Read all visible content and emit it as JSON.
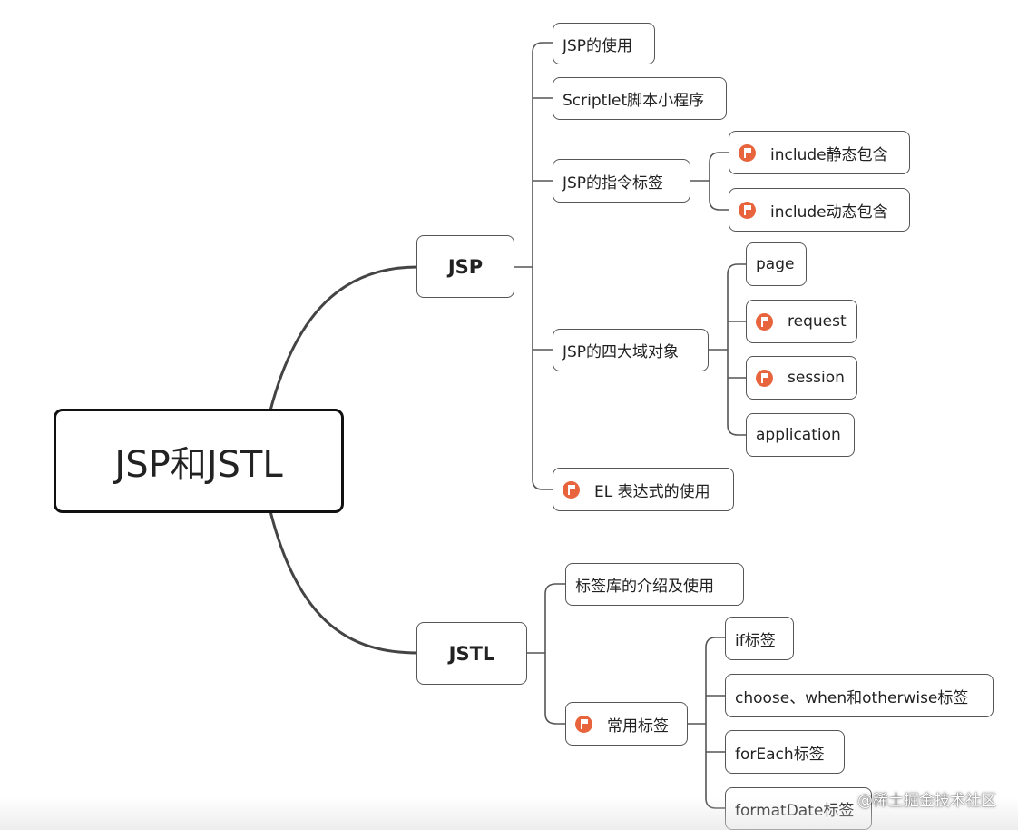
{
  "root": {
    "label": "JSP和JSTL"
  },
  "jsp": {
    "label": "JSP",
    "items": {
      "usage": "JSP的使用",
      "scriptlet": "Scriptlet脚本小程序",
      "directive": {
        "label": "JSP的指令标签",
        "children": [
          "include静态包含",
          "include动态包含"
        ]
      },
      "scopes": {
        "label": "JSP的四大域对象",
        "children": [
          "page",
          "request",
          "session",
          "application"
        ]
      },
      "el": "EL 表达式的使用"
    }
  },
  "jstl": {
    "label": "JSTL",
    "items": {
      "library": "标签库的介绍及使用",
      "common": {
        "label": "常用标签",
        "children": [
          "if标签",
          "choose、when和otherwise标签",
          "forEach标签",
          "formatDate标签"
        ]
      }
    }
  },
  "marker_icon": "flag-icon",
  "colors": {
    "flag": "#e8643c",
    "line": "#444444",
    "border": "#555555"
  },
  "watermark": "@稀土掘金技术社区"
}
